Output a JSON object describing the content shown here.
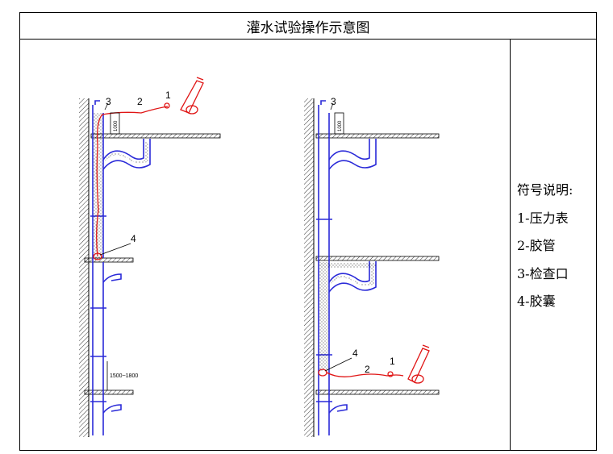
{
  "title": "灌水试验操作示意图",
  "legend": {
    "heading": "符号说明:",
    "items": [
      "1-压力表",
      "2-胶管",
      "3-检查口",
      "4-胶囊"
    ]
  },
  "left_diagram": {
    "callouts": [
      "1",
      "2",
      "3",
      "4"
    ],
    "dim_top": "1000",
    "dim_bottom": "1500~1800"
  },
  "right_diagram": {
    "callouts": [
      "1",
      "2",
      "3",
      "4"
    ],
    "dim_top": "1000"
  },
  "colors": {
    "pipe": "#2a2ad8",
    "hose": "#e01515",
    "line": "#000000"
  }
}
